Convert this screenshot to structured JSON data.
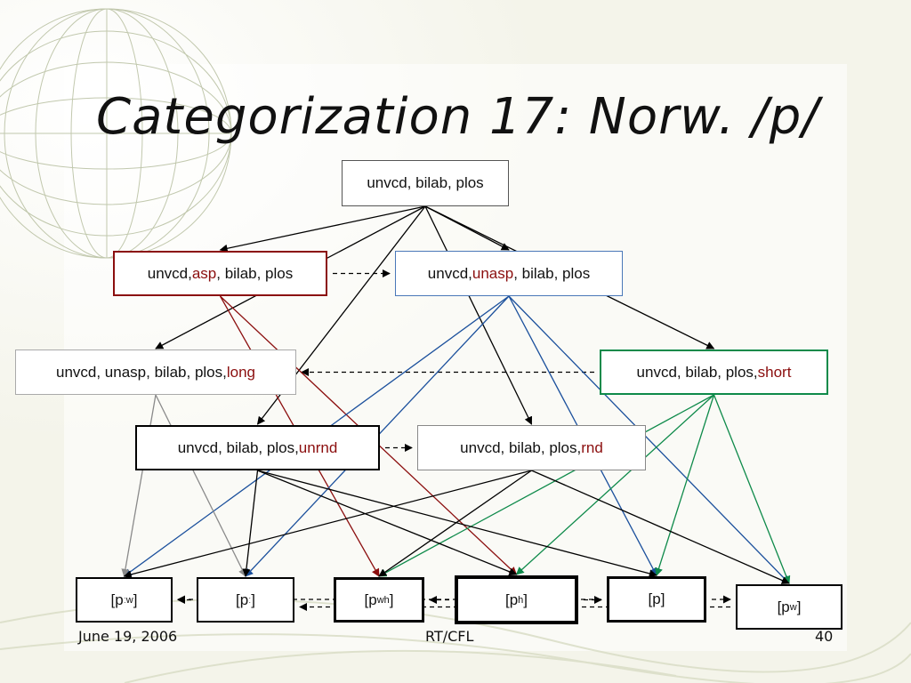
{
  "slide": {
    "title": "Categorization 17: Norw. /p/",
    "footer": {
      "date": "June 19, 2006",
      "center": "RT/CFL",
      "page": "40"
    }
  },
  "colors": {
    "black": "#000000",
    "red": "#8b0e0e",
    "blue": "#1a4f9c",
    "green": "#0e8a4a",
    "gray": "#8a8a8a",
    "highlight": "#8b0e0e"
  },
  "nodes": {
    "root": {
      "pre": "unvcd, bilab, plos",
      "hl": "",
      "post": ""
    },
    "asp": {
      "pre": "unvcd, ",
      "hl": "asp",
      "post": ", bilab, plos"
    },
    "unasp": {
      "pre": "unvcd, ",
      "hl": "unasp",
      "post": ", bilab, plos"
    },
    "long": {
      "pre": "unvcd, unasp, bilab, plos, ",
      "hl": "long",
      "post": ""
    },
    "short": {
      "pre": "unvcd, bilab, plos, ",
      "hl": "short",
      "post": ""
    },
    "unrnd": {
      "pre": "unvcd, bilab, plos, ",
      "hl": "unrnd",
      "post": ""
    },
    "rnd": {
      "pre": "unvcd, bilab, plos, ",
      "hl": "rnd",
      "post": ""
    }
  },
  "phones": {
    "p_long_w": {
      "base": "[p",
      "sup": "ːw",
      "close": "]"
    },
    "p_long": {
      "base": "[p",
      "sup": "ː",
      "close": "]"
    },
    "p_wh": {
      "base": "[p",
      "sup": "wh",
      "close": "]"
    },
    "p_h": {
      "base": "[p",
      "sup": "h",
      "close": "]"
    },
    "p": {
      "base": "[p",
      "sup": "",
      "close": "]"
    },
    "p_w": {
      "base": "[p",
      "sup": "w",
      "close": "]"
    }
  },
  "edges": [
    {
      "from": "root",
      "to": "asp",
      "color": "black",
      "style": "solid"
    },
    {
      "from": "root",
      "to": "unasp",
      "color": "black",
      "style": "solid"
    },
    {
      "from": "root",
      "to": "long",
      "color": "black",
      "style": "solid"
    },
    {
      "from": "root",
      "to": "short",
      "color": "black",
      "style": "solid"
    },
    {
      "from": "root",
      "to": "unrnd",
      "color": "black",
      "style": "solid"
    },
    {
      "from": "root",
      "to": "rnd",
      "color": "black",
      "style": "solid"
    },
    {
      "from": "asp",
      "to": "unasp",
      "color": "black",
      "style": "dashed"
    },
    {
      "from": "short",
      "to": "long",
      "color": "black",
      "style": "dashed"
    },
    {
      "from": "unrnd",
      "to": "rnd",
      "color": "black",
      "style": "dashed"
    },
    {
      "from": "asp",
      "to": "p_wh",
      "color": "red",
      "style": "solid"
    },
    {
      "from": "asp",
      "to": "p_h",
      "color": "red",
      "style": "solid"
    },
    {
      "from": "unasp",
      "to": "p_long_w",
      "color": "blue",
      "style": "solid"
    },
    {
      "from": "unasp",
      "to": "p_long",
      "color": "blue",
      "style": "solid"
    },
    {
      "from": "unasp",
      "to": "p",
      "color": "blue",
      "style": "solid"
    },
    {
      "from": "unasp",
      "to": "p_w",
      "color": "blue",
      "style": "solid"
    },
    {
      "from": "long",
      "to": "p_long_w",
      "color": "gray",
      "style": "solid"
    },
    {
      "from": "long",
      "to": "p_long",
      "color": "gray",
      "style": "solid"
    },
    {
      "from": "short",
      "to": "p_wh",
      "color": "green",
      "style": "solid"
    },
    {
      "from": "short",
      "to": "p_h",
      "color": "green",
      "style": "solid"
    },
    {
      "from": "short",
      "to": "p",
      "color": "green",
      "style": "solid"
    },
    {
      "from": "short",
      "to": "p_w",
      "color": "green",
      "style": "solid"
    },
    {
      "from": "unrnd",
      "to": "p_long",
      "color": "black",
      "style": "solid"
    },
    {
      "from": "unrnd",
      "to": "p_h",
      "color": "black",
      "style": "solid"
    },
    {
      "from": "unrnd",
      "to": "p",
      "color": "black",
      "style": "solid"
    },
    {
      "from": "rnd",
      "to": "p_long_w",
      "color": "black",
      "style": "solid"
    },
    {
      "from": "rnd",
      "to": "p_wh",
      "color": "black",
      "style": "solid"
    },
    {
      "from": "rnd",
      "to": "p_w",
      "color": "black",
      "style": "solid"
    },
    {
      "from": "p_long",
      "to": "p_long_w",
      "color": "black",
      "style": "dashed"
    },
    {
      "from": "p_h",
      "to": "p_wh",
      "color": "black",
      "style": "dashed"
    },
    {
      "from": "p_h",
      "to": "p",
      "color": "black",
      "style": "dashed"
    },
    {
      "from": "p",
      "to": "p_w",
      "color": "black",
      "style": "dashed"
    },
    {
      "from": "p",
      "to": "p_long_w",
      "color": "black",
      "style": "dashed"
    },
    {
      "from": "p_w",
      "to": "p_long",
      "color": "black",
      "style": "dashed"
    }
  ]
}
